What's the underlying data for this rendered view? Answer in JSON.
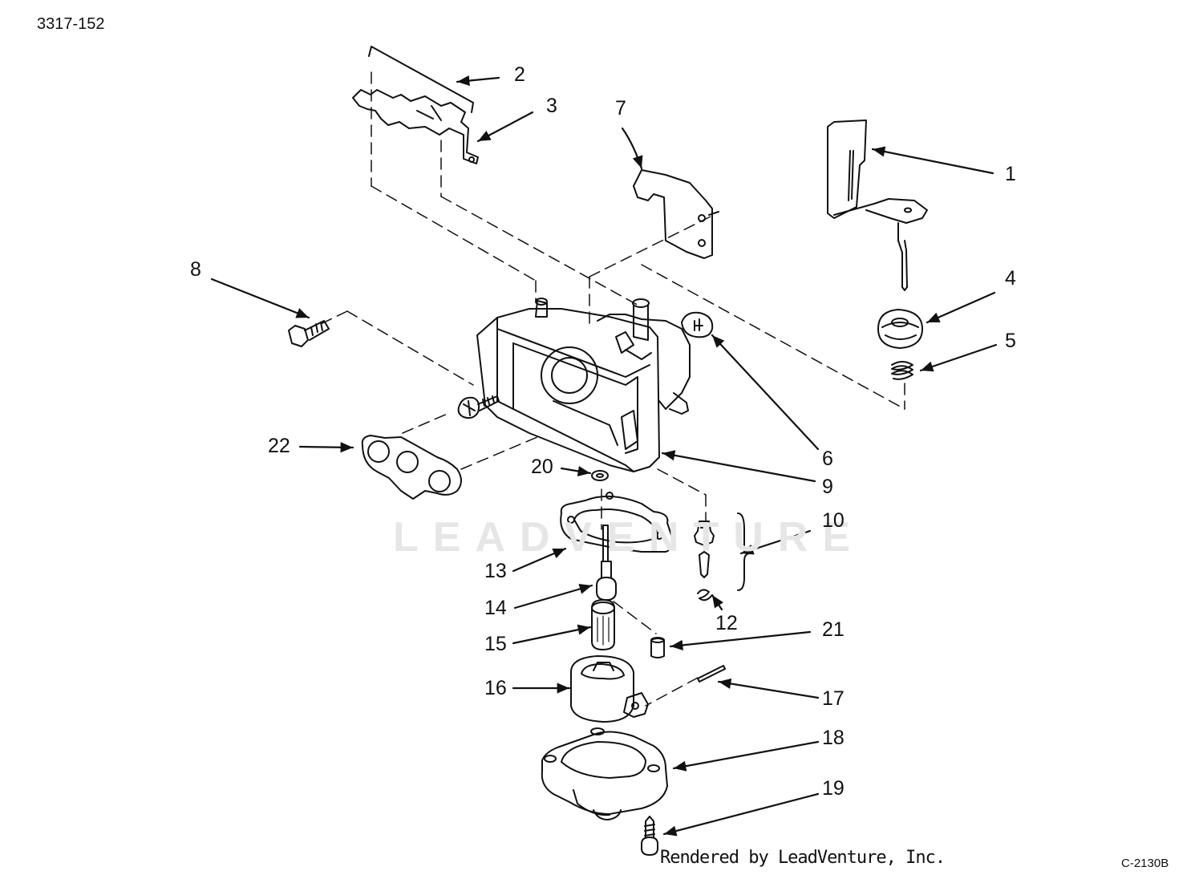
{
  "document_code": "3317-152",
  "figure_code": "C-2130B",
  "credit": "Rendered by LeadVenture, Inc.",
  "watermark": "LEADVENTURE",
  "callouts": [
    {
      "id": "1",
      "label": "1"
    },
    {
      "id": "2",
      "label": "2"
    },
    {
      "id": "3",
      "label": "3"
    },
    {
      "id": "4",
      "label": "4"
    },
    {
      "id": "5",
      "label": "5"
    },
    {
      "id": "6",
      "label": "6"
    },
    {
      "id": "7",
      "label": "7"
    },
    {
      "id": "8",
      "label": "8"
    },
    {
      "id": "9",
      "label": "9"
    },
    {
      "id": "10",
      "label": "10"
    },
    {
      "id": "12",
      "label": "12"
    },
    {
      "id": "13",
      "label": "13"
    },
    {
      "id": "14",
      "label": "14"
    },
    {
      "id": "15",
      "label": "15"
    },
    {
      "id": "16",
      "label": "16"
    },
    {
      "id": "17",
      "label": "17"
    },
    {
      "id": "18",
      "label": "18"
    },
    {
      "id": "19",
      "label": "19"
    },
    {
      "id": "20",
      "label": "20"
    },
    {
      "id": "21",
      "label": "21"
    },
    {
      "id": "22",
      "label": "22"
    }
  ]
}
